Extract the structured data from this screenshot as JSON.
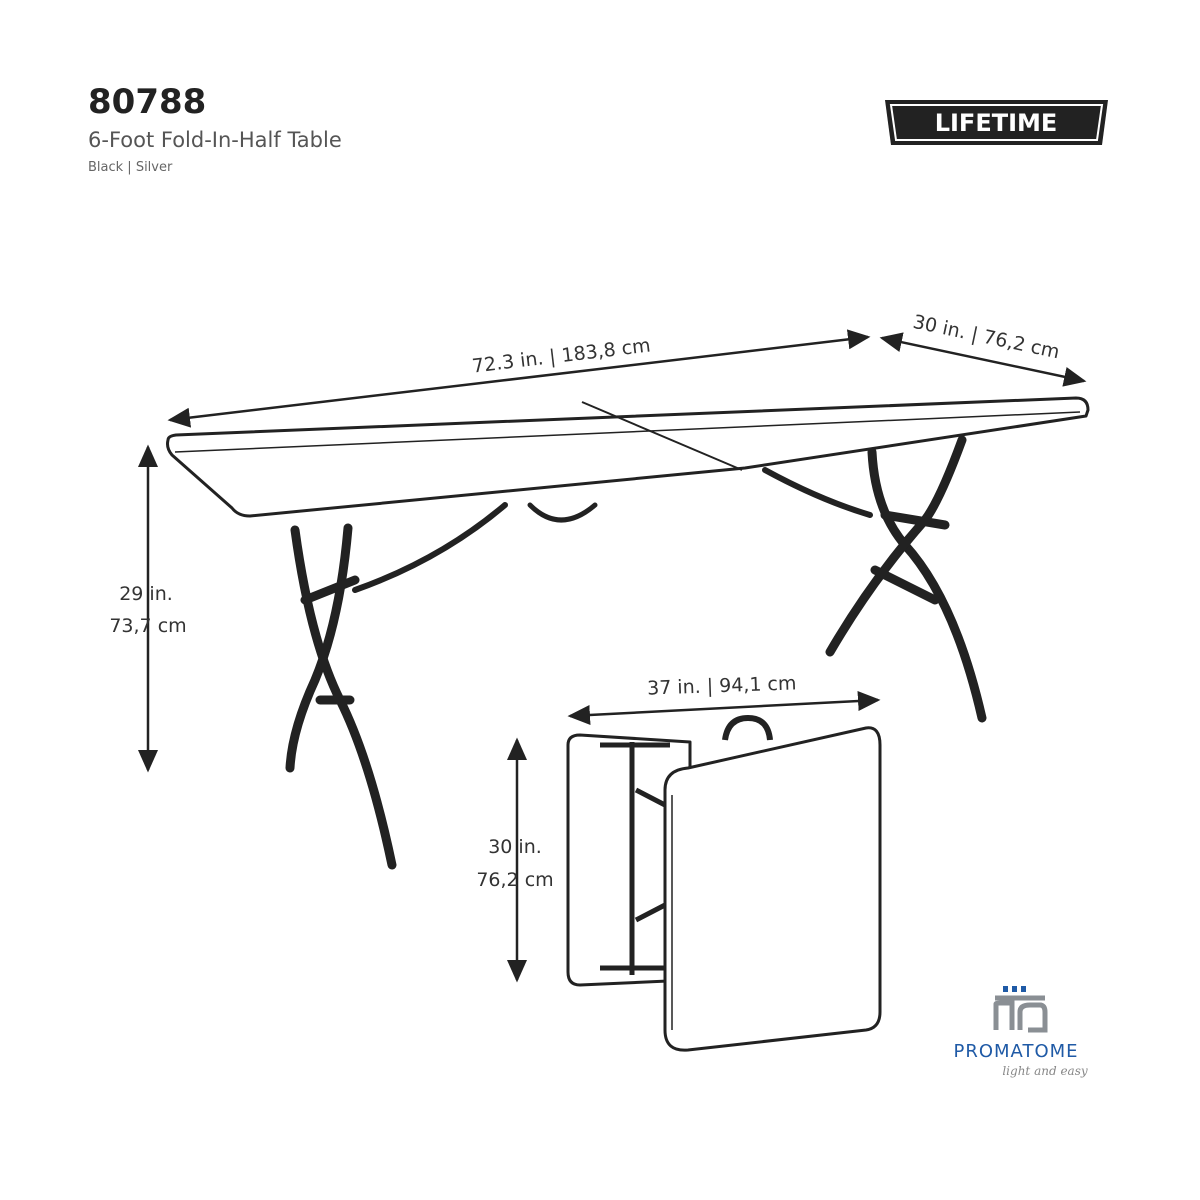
{
  "header": {
    "model_number": "80788",
    "product_name": "6-Foot Fold-In-Half Table",
    "colors": "Black | Silver"
  },
  "brand_logo": {
    "text": "LIFETIME"
  },
  "dimensions": {
    "length": "72.3 in. | 183,8 cm",
    "width": "30 in. | 76,2 cm",
    "height_in": "29 in.",
    "height_cm": "73,7 cm",
    "folded_width": "37 in. | 94,1 cm",
    "folded_height_in": "30 in.",
    "folded_height_cm": "76,2 cm"
  },
  "dealer_logo": {
    "name": "PROMATOME",
    "tagline": "light and easy",
    "accent_color": "#1f5aa6",
    "mark_color": "#8a8f94"
  }
}
